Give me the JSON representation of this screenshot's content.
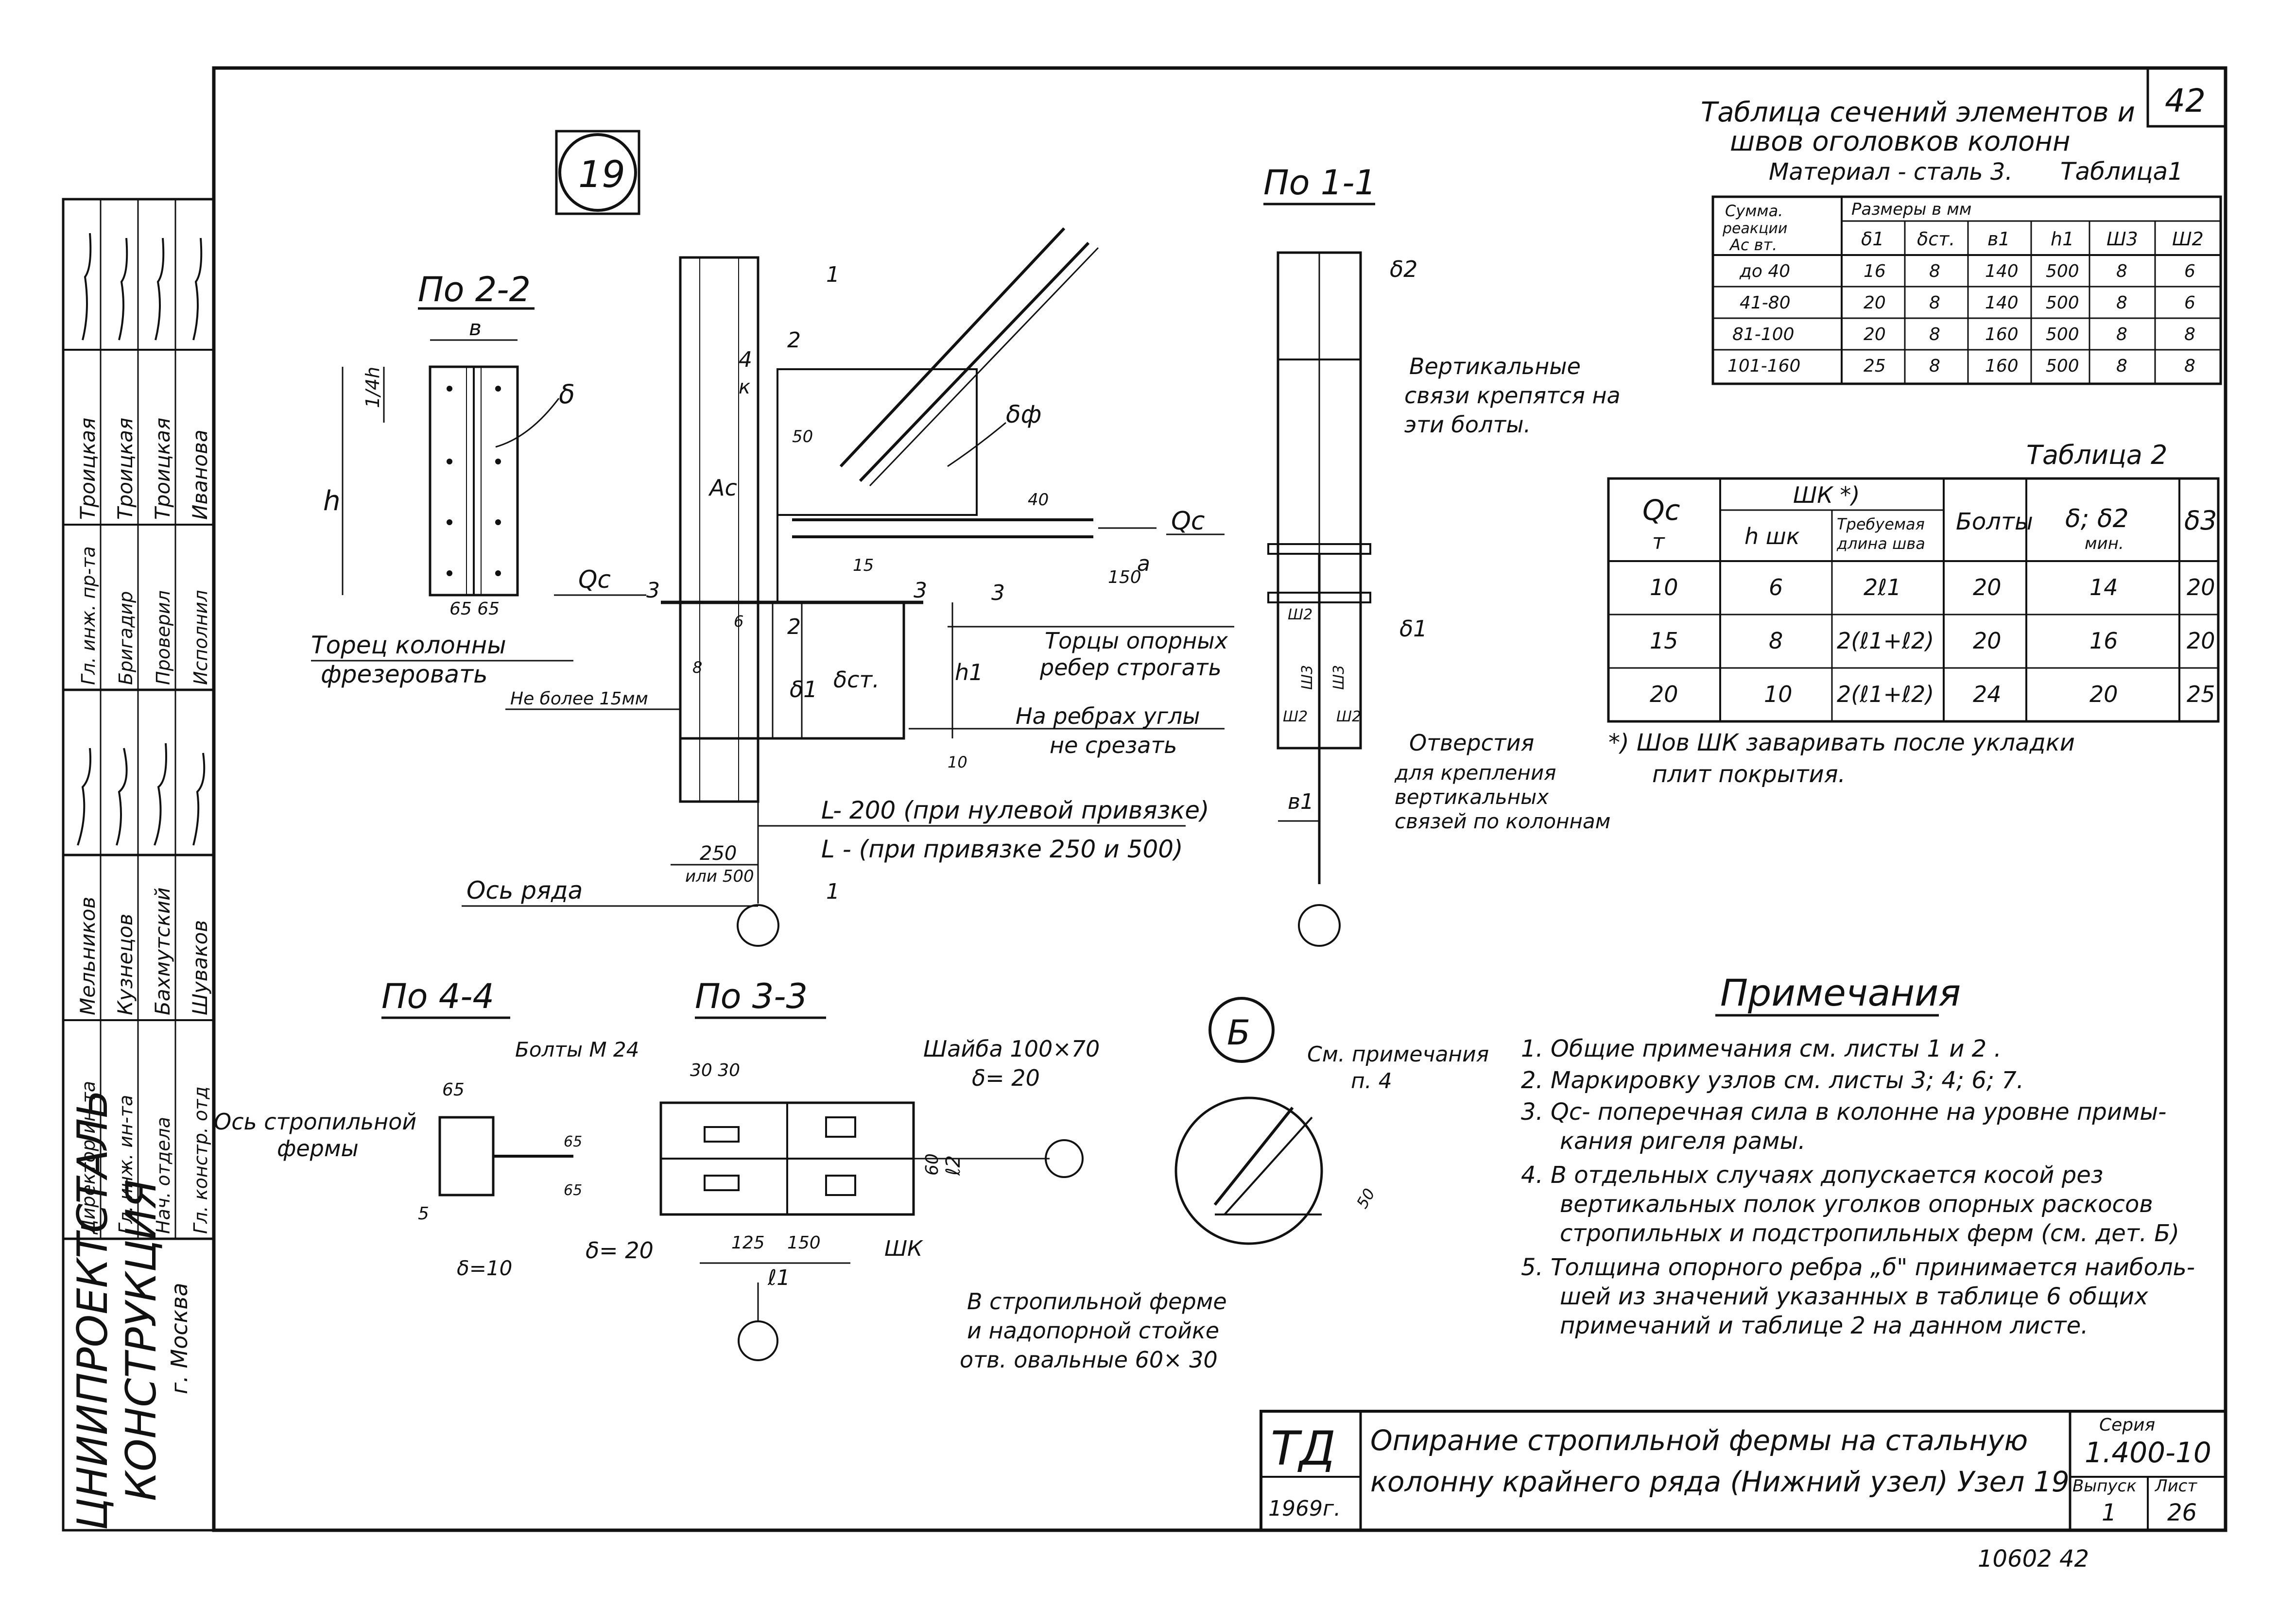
{
  "sheet_number": "42",
  "detail_no": "19",
  "detail_b": "Б",
  "table1": {
    "title1": "Таблица сечений элементов и",
    "title2": "швов оголовков колонн",
    "material": "Материал - сталь 3.",
    "label": "Таблица1",
    "head_col1": [
      "Сумма.",
      "реакции",
      "Ас вт."
    ],
    "head_sizes": "Размеры в мм",
    "columns": [
      "δ1",
      "δст.",
      "в1",
      "h1",
      "Ш3",
      "Ш2"
    ],
    "rows": [
      [
        "до 40",
        "16",
        "8",
        "140",
        "500",
        "8",
        "6"
      ],
      [
        "41-80",
        "20",
        "8",
        "140",
        "500",
        "8",
        "6"
      ],
      [
        "81-100",
        "20",
        "8",
        "160",
        "500",
        "8",
        "8"
      ],
      [
        "101-160",
        "25",
        "8",
        "160",
        "500",
        "8",
        "8"
      ]
    ]
  },
  "table2": {
    "label": "Таблица 2",
    "qc": "Qc",
    "qc_unit": "т",
    "shk": "ШК *)",
    "h_shk": "h шк",
    "req_len1": "Требуемая",
    "req_len2": "длина шва",
    "bolts": "Болты",
    "delta": "δ; δ2",
    "delta_min": "мин.",
    "delta3": "δ3",
    "rows": [
      [
        "10",
        "6",
        "2ℓ1",
        "20",
        "14",
        "20"
      ],
      [
        "15",
        "8",
        "2(ℓ1+ℓ2)",
        "20",
        "16",
        "20"
      ],
      [
        "20",
        "10",
        "2(ℓ1+ℓ2)",
        "24",
        "20",
        "25"
      ]
    ],
    "footnote1": "*) Шов ШК заваривать после укладки",
    "footnote2": "плит покрытия."
  },
  "views": {
    "v22": "По 2-2",
    "v11": "По 1-1",
    "v44": "По 4-4",
    "v33": "По 3-3"
  },
  "labels": {
    "b": "в",
    "h": "h",
    "quarter_h": "1/4h",
    "delta": "δ",
    "d65": "65 65",
    "torec1": "Торец колонны",
    "torec2": "фрезеровать",
    "ne_bolee": "Не более 15мм",
    "qc": "Qc",
    "dc": "Ас",
    "df": "δф",
    "k": "к",
    "n50": "50",
    "n40": "40",
    "n150": "150",
    "a": "а",
    "n15": "15",
    "n3a": "3",
    "n3b": "3",
    "n3c": "3",
    "n4": "4",
    "n2a": "2",
    "n2b": "2",
    "n1a": "1",
    "n1b": "1",
    "d1": "δ1",
    "dst": "δст.",
    "h1": "h1",
    "n10": "10",
    "n6": "6",
    "n8": "8",
    "torcy1": "Торцы опорных",
    "torcy2": "ребер строгать",
    "rebrah1": "На ребрах углы",
    "rebrah2": "не срезать",
    "L200": "L- 200 (при нулевой привязке)",
    "L250": "L - (при привязке 250 и 500)",
    "n250": "250",
    "ili500": "или 500",
    "os_ryada": "Ось ряда",
    "d2": "δ2",
    "vert1": "Вертикальные",
    "vert2": "связи крепятся на",
    "vert3": "эти болты.",
    "d1b": "δ1",
    "sh2a": "Ш2",
    "sh3a": "Ш3",
    "sh2b": "Ш2",
    "sh3b": "Ш3",
    "sh2c": "Ш2",
    "b1": "в1",
    "otv1": "Отверстия",
    "otv2": "для крепления",
    "otv3": "вертикальных",
    "otv4": "связей по колоннам",
    "os_strop1": "Ось стропильной",
    "os_strop2": "фермы",
    "n65a": "65",
    "n65b": "65",
    "n65c": "65",
    "n5": "5",
    "d10": "δ=10",
    "bolty_m24": "Болты М 24",
    "n3030": "30 30",
    "shaiba1": "Шайба 100×70",
    "shaiba2": "δ= 20",
    "d20": "δ= 20",
    "n125": "125",
    "n150b": "150",
    "l1": "ℓ1",
    "l2": "ℓ2",
    "n60": "60",
    "shk": "ШК",
    "v_strop1": "В стропильной ферме",
    "v_strop2": "и надопорной стойке",
    "v_strop3": "отв. овальные 60× 30",
    "sm_prim1": "См. примечания",
    "sm_prim2": "п. 4",
    "n50b": "50"
  },
  "notes": {
    "title": "Примечания",
    "items": [
      "1. Общие примечания см. листы 1 и 2 .",
      "2. Маркировку узлов см. листы 3; 4; 6; 7.",
      "3. Qс- поперечная сила в колонне на уровне примы-",
      "кания ригеля рамы.",
      "4. В отдельных случаях допускается косой рез",
      "вертикальных полок уголков опорных раскосов",
      "стропильных и подстропильных ферм (см. дет. Б)",
      "5. Толщина опорного ребра „б\" принимается наиболь-",
      "шей из значений указанных в таблице 6 общих",
      "примечаний и таблице 2 на данном листе."
    ]
  },
  "stamp": {
    "td": "ТД",
    "year": "1969г.",
    "title1": "Опирание стропильной фермы на стальную",
    "title2": "колонну крайнего ряда (Нижний узел) Узел 19",
    "seria_label": "Серия",
    "seria": "1.400-10",
    "vypusk_label": "Выпуск",
    "vypusk": "1",
    "list_label": "Лист",
    "list": "26"
  },
  "side": {
    "org1": "ЦНИИПРОЕКТСТАЛЬ",
    "org2": "КОНСТРУКЦИЯ",
    "org3": "г. Москва",
    "roles": [
      "Директор ин-та",
      "Гл. инж. ин-та",
      "Нач. отдела",
      "Гл. констр. отд"
    ],
    "names": [
      "Мельников",
      "Кузнецов",
      "Бахмутский",
      "Шуваков"
    ],
    "roles2": [
      "Гл. инж. пр-та",
      "Бригадир",
      "Проверил",
      "Исполнил"
    ],
    "names2": [
      "Троицкая",
      "Троицкая",
      "Троицкая",
      "Иванова"
    ]
  },
  "bottom_ref": "10602 42"
}
